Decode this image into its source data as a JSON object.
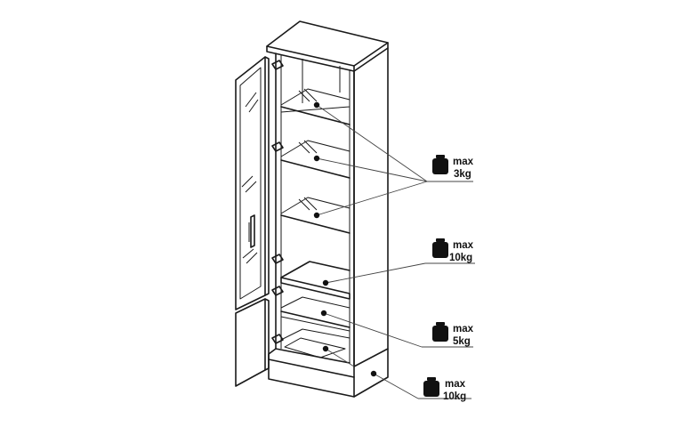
{
  "labels": {
    "glass_shelves": [
      "max",
      "3kg"
    ],
    "middle_shelf": [
      "max",
      "10kg"
    ],
    "lower_shelf": [
      "max",
      "5kg"
    ],
    "base": [
      "max",
      "10kg"
    ]
  },
  "icons": {
    "load_marker": "weight-icon",
    "load_point": "dot"
  },
  "colors": {
    "line": "#1a1a1a",
    "background": "#ffffff"
  }
}
